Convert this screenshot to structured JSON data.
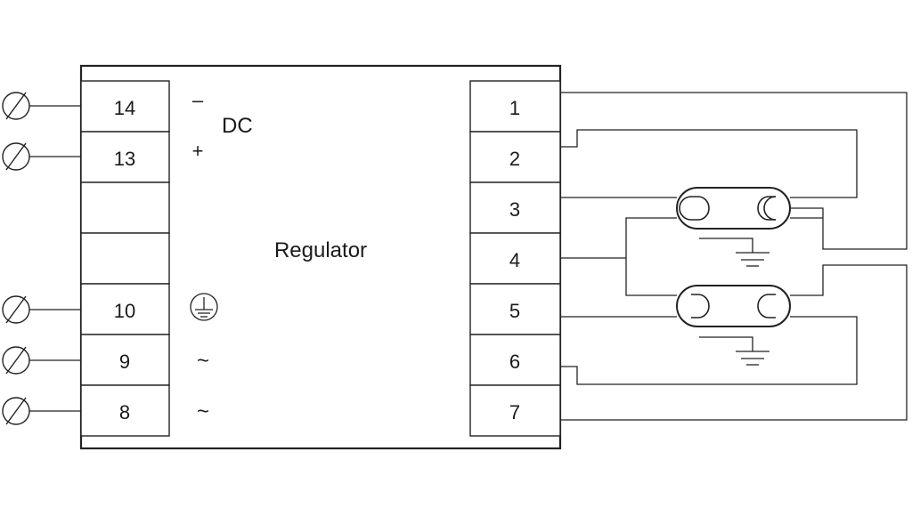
{
  "diagram": {
    "center_label": "Regulator",
    "left_terminals": [
      {
        "label": "14",
        "symbol": "–"
      },
      {
        "label": "13",
        "symbol": "+"
      },
      {
        "label": "",
        "symbol": ""
      },
      {
        "label": "",
        "symbol": ""
      },
      {
        "label": "10",
        "symbol": "earth-icon"
      },
      {
        "label": "9",
        "symbol": "~"
      },
      {
        "label": "8",
        "symbol": "~"
      }
    ],
    "dc_label": "DC",
    "right_terminals": [
      "1",
      "2",
      "3",
      "4",
      "5",
      "6",
      "7"
    ],
    "colors": {
      "line": "#222222",
      "background": "#ffffff",
      "text": "#1a1a1a"
    }
  }
}
